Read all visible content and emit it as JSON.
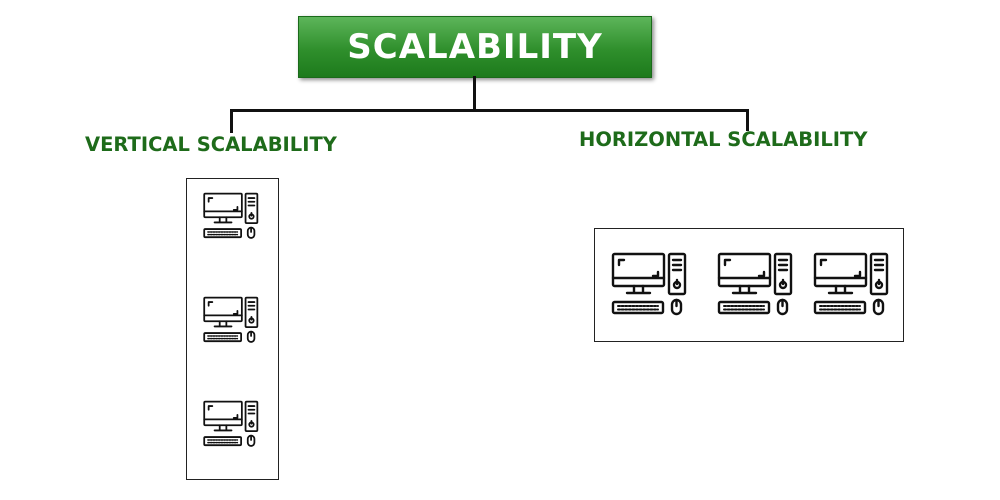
{
  "title": "SCALABILITY",
  "branches": {
    "vertical": {
      "label": "VERTICAL SCALABILITY",
      "computer_count": 3
    },
    "horizontal": {
      "label": "HORIZONTAL SCALABILITY",
      "computer_count": 3
    }
  },
  "colors": {
    "title_gradient_top": "#5db55a",
    "title_gradient_bottom": "#1d7a1c",
    "label_green": "#1e6b1a",
    "line": "#111111"
  },
  "icons": [
    "desktop-computer-icon"
  ]
}
